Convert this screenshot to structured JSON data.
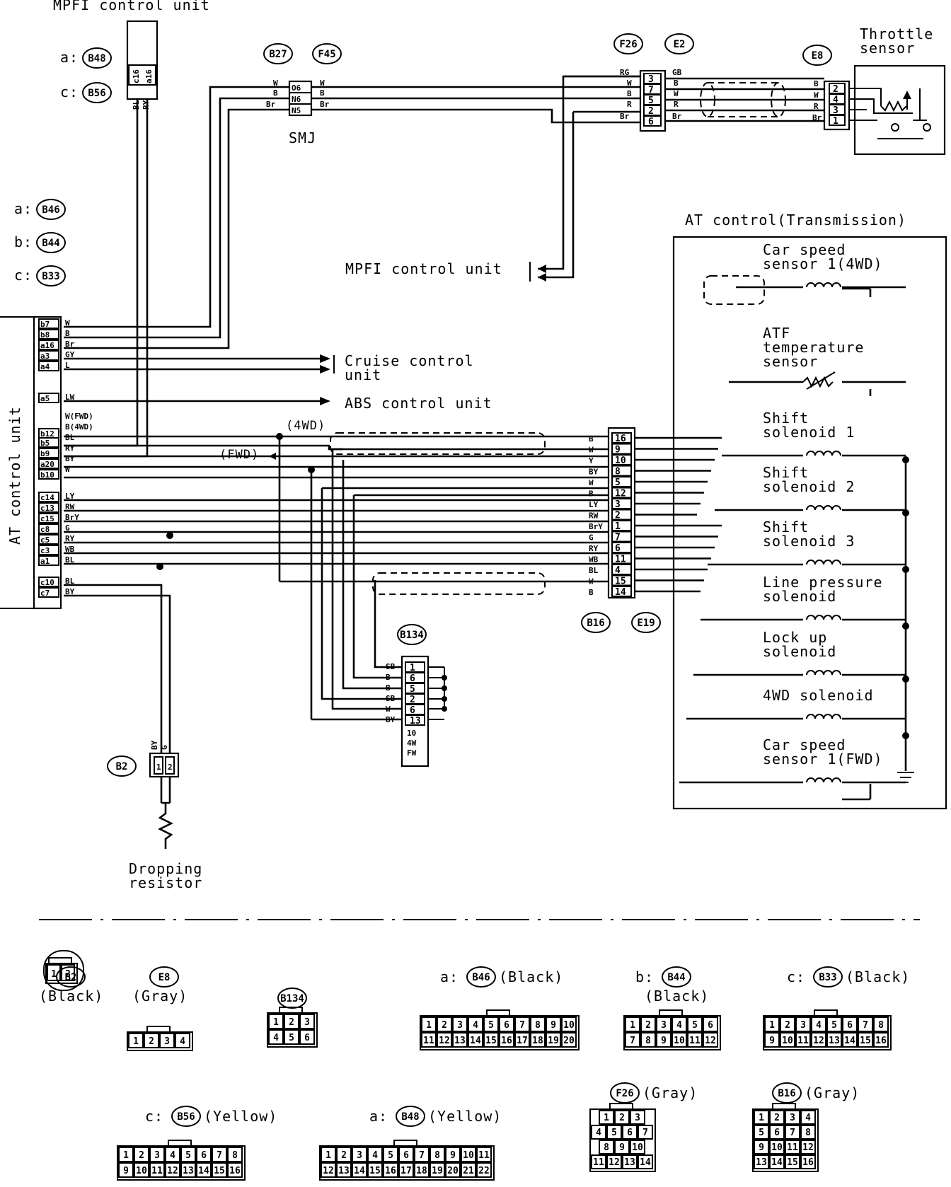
{
  "labels": {
    "mpfi_top": "MPFI control unit",
    "throttle_sensor": [
      "Throttle",
      "sensor"
    ],
    "smj": "SMJ",
    "mpfi_mid": "MPFI control unit",
    "at_control_trans": "AT control(Transmission)",
    "at_control_unit": "AT control unit",
    "cruise": [
      "Cruise control",
      "unit"
    ],
    "abs": "ABS control unit",
    "dropping": [
      "Dropping",
      "resistor"
    ],
    "wd4_tag": "(4WD)",
    "fwd_tag": "(FWD)"
  },
  "connectors": {
    "B48": "B48",
    "B56": "B56",
    "B46": "B46",
    "B44": "B44",
    "B33": "B33",
    "B27": "B27",
    "F45": "F45",
    "F26": "F26",
    "E2": "E2",
    "E8": "E8",
    "B16": "B16",
    "E19": "E19",
    "B134": "B134",
    "B2": "B2"
  },
  "prefixes": {
    "a": "a:",
    "b": "b:",
    "c": "c:"
  },
  "components": [
    [
      "Car speed",
      "sensor 1(4WD)"
    ],
    [
      "ATF",
      "temperature",
      "sensor"
    ],
    [
      "Shift",
      "solenoid 1"
    ],
    [
      "Shift",
      "solenoid 2"
    ],
    [
      "Shift",
      "solenoid 3"
    ],
    [
      "Line pressure",
      "solenoid"
    ],
    [
      "Lock up",
      "solenoid"
    ],
    [
      "4WD solenoid"
    ],
    [
      "Car speed",
      "sensor 1(FWD)"
    ]
  ],
  "at_unit": {
    "pins": [
      "b7",
      "b8",
      "a16",
      "a3",
      "a4",
      "a5",
      "b12",
      "b5",
      "b9",
      "a20",
      "b10",
      "c14",
      "c13",
      "c15",
      "c8",
      "c5",
      "c3",
      "a1",
      "c10",
      "c7"
    ],
    "wires": [
      "W",
      "B",
      "Br",
      "GY",
      "L",
      "LW",
      "W(FWD)",
      "B(4WD)",
      "BL",
      "RY",
      "BY",
      "W",
      "LY",
      "RW",
      "BrY",
      "G",
      "RY",
      "WB",
      "BL",
      "BL",
      "BY"
    ]
  },
  "smj": {
    "pins": [
      "O6",
      "N6",
      "N5"
    ],
    "wires": [
      "W",
      "B",
      "Br"
    ]
  },
  "f26": {
    "pins": [
      "3",
      "7",
      "5",
      "2",
      "6"
    ],
    "left_wires": [
      "RG",
      "W",
      "B",
      "R",
      "Br"
    ],
    "right_wires": [
      "GB",
      "B",
      "W",
      "R",
      "Br"
    ]
  },
  "e8": {
    "pins": [
      "2",
      "4",
      "3",
      "1"
    ],
    "wires": [
      "B",
      "W",
      "R",
      "Br"
    ]
  },
  "b16": {
    "pins": [
      "16",
      "9",
      "10",
      "8",
      "5",
      "12",
      "3",
      "2",
      "1",
      "7",
      "6",
      "11",
      "4",
      "15",
      "14"
    ],
    "wires": [
      "B",
      "W",
      "Y",
      "BY",
      "W",
      "B",
      "LY",
      "RW",
      "BrY",
      "G",
      "RY",
      "WB",
      "BL",
      "W",
      "B"
    ]
  },
  "b134": {
    "pins": [
      "1",
      "6",
      "5",
      "2",
      "6",
      "13"
    ],
    "wires": [
      "SB",
      "B",
      "B",
      "SB",
      "W",
      "BY"
    ],
    "extra": [
      "10",
      "4W",
      "FW"
    ]
  },
  "mpfi_pins": {
    "pin1": "c16",
    "pin2": "a16",
    "wire1": "BL",
    "wire2": "RY"
  },
  "b2_wires": [
    "BY",
    "G"
  ],
  "legend": [
    {
      "prefix": "",
      "id": "B2",
      "color": "(Black)",
      "rows": [
        [
          "1",
          "2"
        ]
      ]
    },
    {
      "prefix": "",
      "id": "E8",
      "color": "(Gray)",
      "rows": [
        [
          "1",
          "2",
          "3",
          "4"
        ]
      ]
    },
    {
      "prefix": "",
      "id": "B134",
      "color": "",
      "rows": [
        [
          "1",
          "2",
          "3"
        ],
        [
          "4",
          "5",
          "6"
        ]
      ]
    },
    {
      "prefix": "a:",
      "id": "B46",
      "color": "(Black)",
      "rows": [
        [
          "1",
          "2",
          "3",
          "4",
          "5",
          "6",
          "7",
          "8",
          "9",
          "10"
        ],
        [
          "11",
          "12",
          "13",
          "14",
          "15",
          "16",
          "17",
          "18",
          "19",
          "20"
        ]
      ]
    },
    {
      "prefix": "b:",
      "id": "B44",
      "color": "(Black)",
      "rows": [
        [
          "1",
          "2",
          "3",
          "4",
          "5",
          "6"
        ],
        [
          "7",
          "8",
          "9",
          "10",
          "11",
          "12"
        ]
      ]
    },
    {
      "prefix": "c:",
      "id": "B33",
      "color": "(Black)",
      "rows": [
        [
          "1",
          "2",
          "3",
          "4",
          "5",
          "6",
          "7",
          "8"
        ],
        [
          "9",
          "10",
          "11",
          "12",
          "13",
          "14",
          "15",
          "16"
        ]
      ]
    },
    {
      "prefix": "c:",
      "id": "B56",
      "color": "(Yellow)",
      "rows": [
        [
          "1",
          "2",
          "3",
          "4",
          "5",
          "6",
          "7",
          "8"
        ],
        [
          "9",
          "10",
          "11",
          "12",
          "13",
          "14",
          "15",
          "16"
        ]
      ]
    },
    {
      "prefix": "a:",
      "id": "B48",
      "color": "(Yellow)",
      "rows": [
        [
          "1",
          "2",
          "3",
          "4",
          "5",
          "6",
          "7",
          "8",
          "9",
          "10",
          "11"
        ],
        [
          "12",
          "13",
          "14",
          "15",
          "16",
          "17",
          "18",
          "19",
          "20",
          "21",
          "22"
        ]
      ]
    },
    {
      "prefix": "",
      "id": "F26",
      "color": "(Gray)",
      "rows": [
        [
          "1",
          "2",
          "3"
        ],
        [
          "4",
          "5",
          "6",
          "7"
        ],
        [
          "8",
          "9",
          "10"
        ],
        [
          "11",
          "12",
          "13",
          "14"
        ]
      ]
    },
    {
      "prefix": "",
      "id": "B16",
      "color": "(Gray)",
      "rows": [
        [
          "1",
          "2",
          "3",
          "4"
        ],
        [
          "5",
          "6",
          "7",
          "8"
        ],
        [
          "9",
          "10",
          "11",
          "12"
        ],
        [
          "13",
          "14",
          "15",
          "16"
        ]
      ]
    }
  ]
}
